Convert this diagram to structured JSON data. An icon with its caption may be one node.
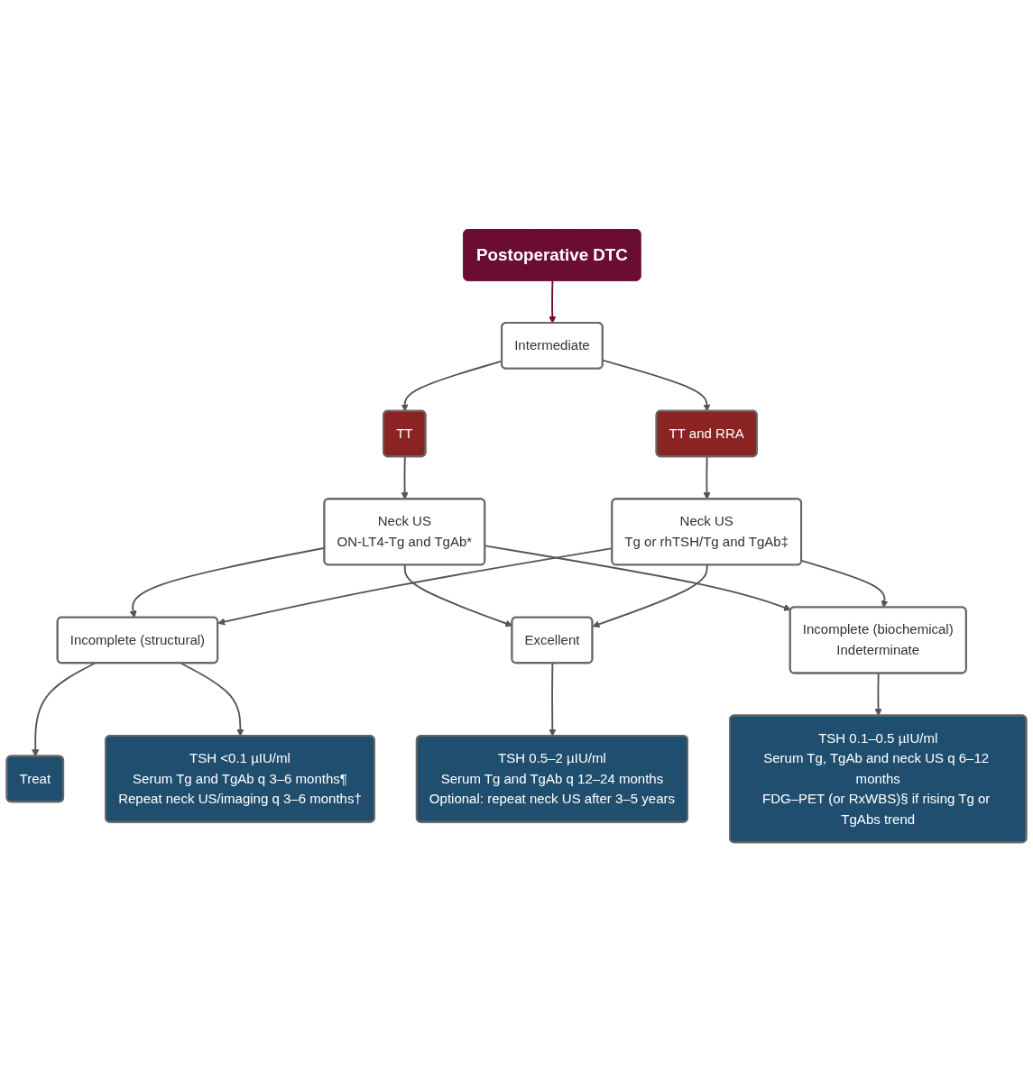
{
  "diagram": {
    "nodes": [
      {
        "text": [
          "Postoperative DTC"
        ]
      },
      {
        "text": [
          "Intermediate"
        ]
      },
      {
        "text": [
          "TT"
        ]
      },
      {
        "text": [
          "TT and RRA"
        ]
      },
      {
        "text": [
          "Neck US",
          "ON-LT4-Tg and TgAb*"
        ]
      },
      {
        "text": [
          "Neck US",
          "Tg or rhTSH/Tg and TgAb‡"
        ]
      },
      {
        "text": [
          "Incomplete (structural)"
        ]
      },
      {
        "text": [
          "Excellent"
        ]
      },
      {
        "text": [
          "Incomplete (biochemical)",
          "Indeterminate"
        ]
      },
      {
        "text": [
          "Treat"
        ]
      },
      {
        "text": [
          "TSH <0.1 µIU/ml",
          "Serum Tg and TgAb q 3–6 months¶",
          "Repeat neck US/imaging q 3–6 months†"
        ]
      },
      {
        "text": [
          "TSH 0.5–2 µIU/ml",
          "Serum Tg and TgAb q 12–24 months",
          "Optional: repeat neck US after 3–5 years"
        ]
      },
      {
        "text": [
          "TSH 0.1–0.5 µIU/ml",
          "Serum Tg, TgAb and neck US q 6–12 months",
          "FDG–PET (or RxWBS)§ if rising Tg or TgAbs trend"
        ]
      }
    ],
    "edges": [
      {
        "from": 0,
        "to": 1,
        "arrow": "to",
        "color": "#6b0d33"
      },
      {
        "from": 1,
        "to": 2,
        "arrow": "to"
      },
      {
        "from": 1,
        "to": 3,
        "arrow": "to"
      },
      {
        "from": 2,
        "to": 4,
        "arrow": "to"
      },
      {
        "from": 3,
        "to": 5,
        "arrow": "to"
      },
      {
        "from": 4,
        "to": 6,
        "arrow": "to"
      },
      {
        "from": 4,
        "to": 7,
        "arrow": "to"
      },
      {
        "from": 4,
        "to": 8,
        "arrow": "to"
      },
      {
        "from": 5,
        "to": 6,
        "arrow": "to"
      },
      {
        "from": 5,
        "to": 7,
        "arrow": "to"
      },
      {
        "from": 5,
        "to": 8,
        "arrow": "to"
      },
      {
        "from": 6,
        "to": 9,
        "arrow": "to"
      },
      {
        "from": 6,
        "to": 10,
        "arrow": "to"
      },
      {
        "from": 7,
        "to": 11,
        "arrow": "to"
      },
      {
        "from": 8,
        "to": 12,
        "arrow": "to"
      }
    ]
  }
}
